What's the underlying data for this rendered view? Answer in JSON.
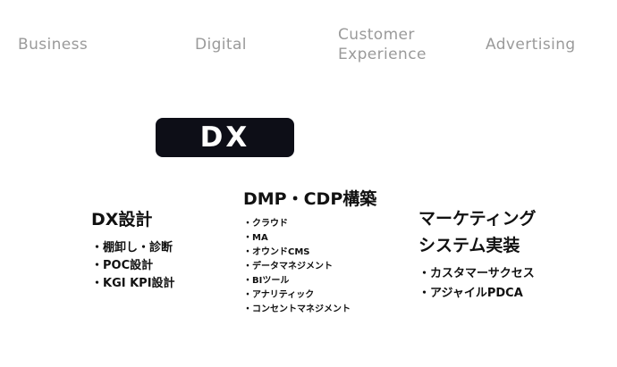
{
  "nav": {
    "business": "Business",
    "digital": "Digital",
    "customer_experience": [
      "Customer",
      "Experience"
    ],
    "advertising": "Advertising"
  },
  "dx_badge": "DX",
  "columns": [
    {
      "title": [
        "DX設計"
      ],
      "items": [
        "・棚卸し・診断",
        "・POC設計",
        "・KGI KPI設計"
      ]
    },
    {
      "title": [
        "DMP・CDP構築"
      ],
      "items": [
        "・クラウド",
        "・MA",
        "・オウンドCMS",
        "・データマネジメント",
        "・BIツール",
        "・アナリティック",
        "・コンセントマネジメント"
      ]
    },
    {
      "title": [
        "マーケティング",
        "システム実装"
      ],
      "items": [
        "・カスタマーサクセス",
        "・アジャイルPDCA"
      ]
    }
  ],
  "colors": {
    "nav_text": "#9a9a9a",
    "badge_bg": "#0d0e17",
    "badge_text": "#ffffff",
    "body_text": "#111111"
  }
}
